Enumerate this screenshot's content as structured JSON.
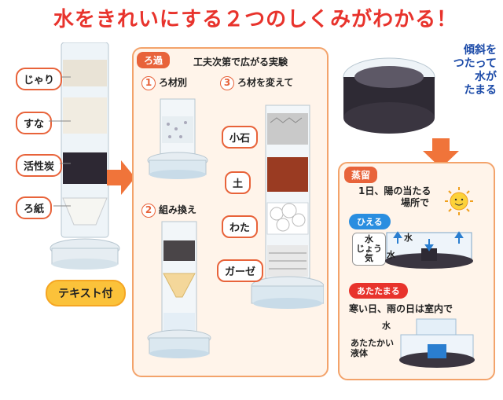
{
  "title": "水をきれいにする２つのしくみがわかる！",
  "left_column": {
    "labels": [
      "じゃり",
      "すな",
      "活性炭",
      "ろ紙"
    ],
    "sticker": "テキスト付"
  },
  "filtration_panel": {
    "tag": "ろ過",
    "subtitle": "工夫次第で広がる実験",
    "step1": {
      "num": "1",
      "label": "ろ材別"
    },
    "step2": {
      "num": "2",
      "label": "組み換え"
    },
    "step3": {
      "num": "3",
      "label": "ろ材を変えて"
    },
    "materials": [
      "小石",
      "土",
      "わた",
      "ガーゼ"
    ]
  },
  "top_right": {
    "caption_lines": [
      "傾斜を",
      "つたって",
      "水が",
      "たまる"
    ]
  },
  "distillation_panel": {
    "tag": "蒸留",
    "sunny_lines": [
      "1日、陽の当たる",
      "場所で"
    ],
    "cool_label": "ひえる",
    "vapor_label_lines": [
      "水",
      "じょう",
      "気"
    ],
    "water_label_1": "水",
    "water_label_2": "水",
    "warm_label": "あたたまる",
    "rainy_text": "寒い日、雨の日は室内で",
    "water_label_3": "水",
    "warm_liquid_lines": [
      "あたたかい",
      "液体"
    ]
  },
  "colors": {
    "title": "#e8332c",
    "accent": "#e8633a",
    "panel_bg": "#fff4ea",
    "sticker": "#fbc23a",
    "cool_pill": "#2a8ee0",
    "warm_pill": "#e8332c"
  }
}
